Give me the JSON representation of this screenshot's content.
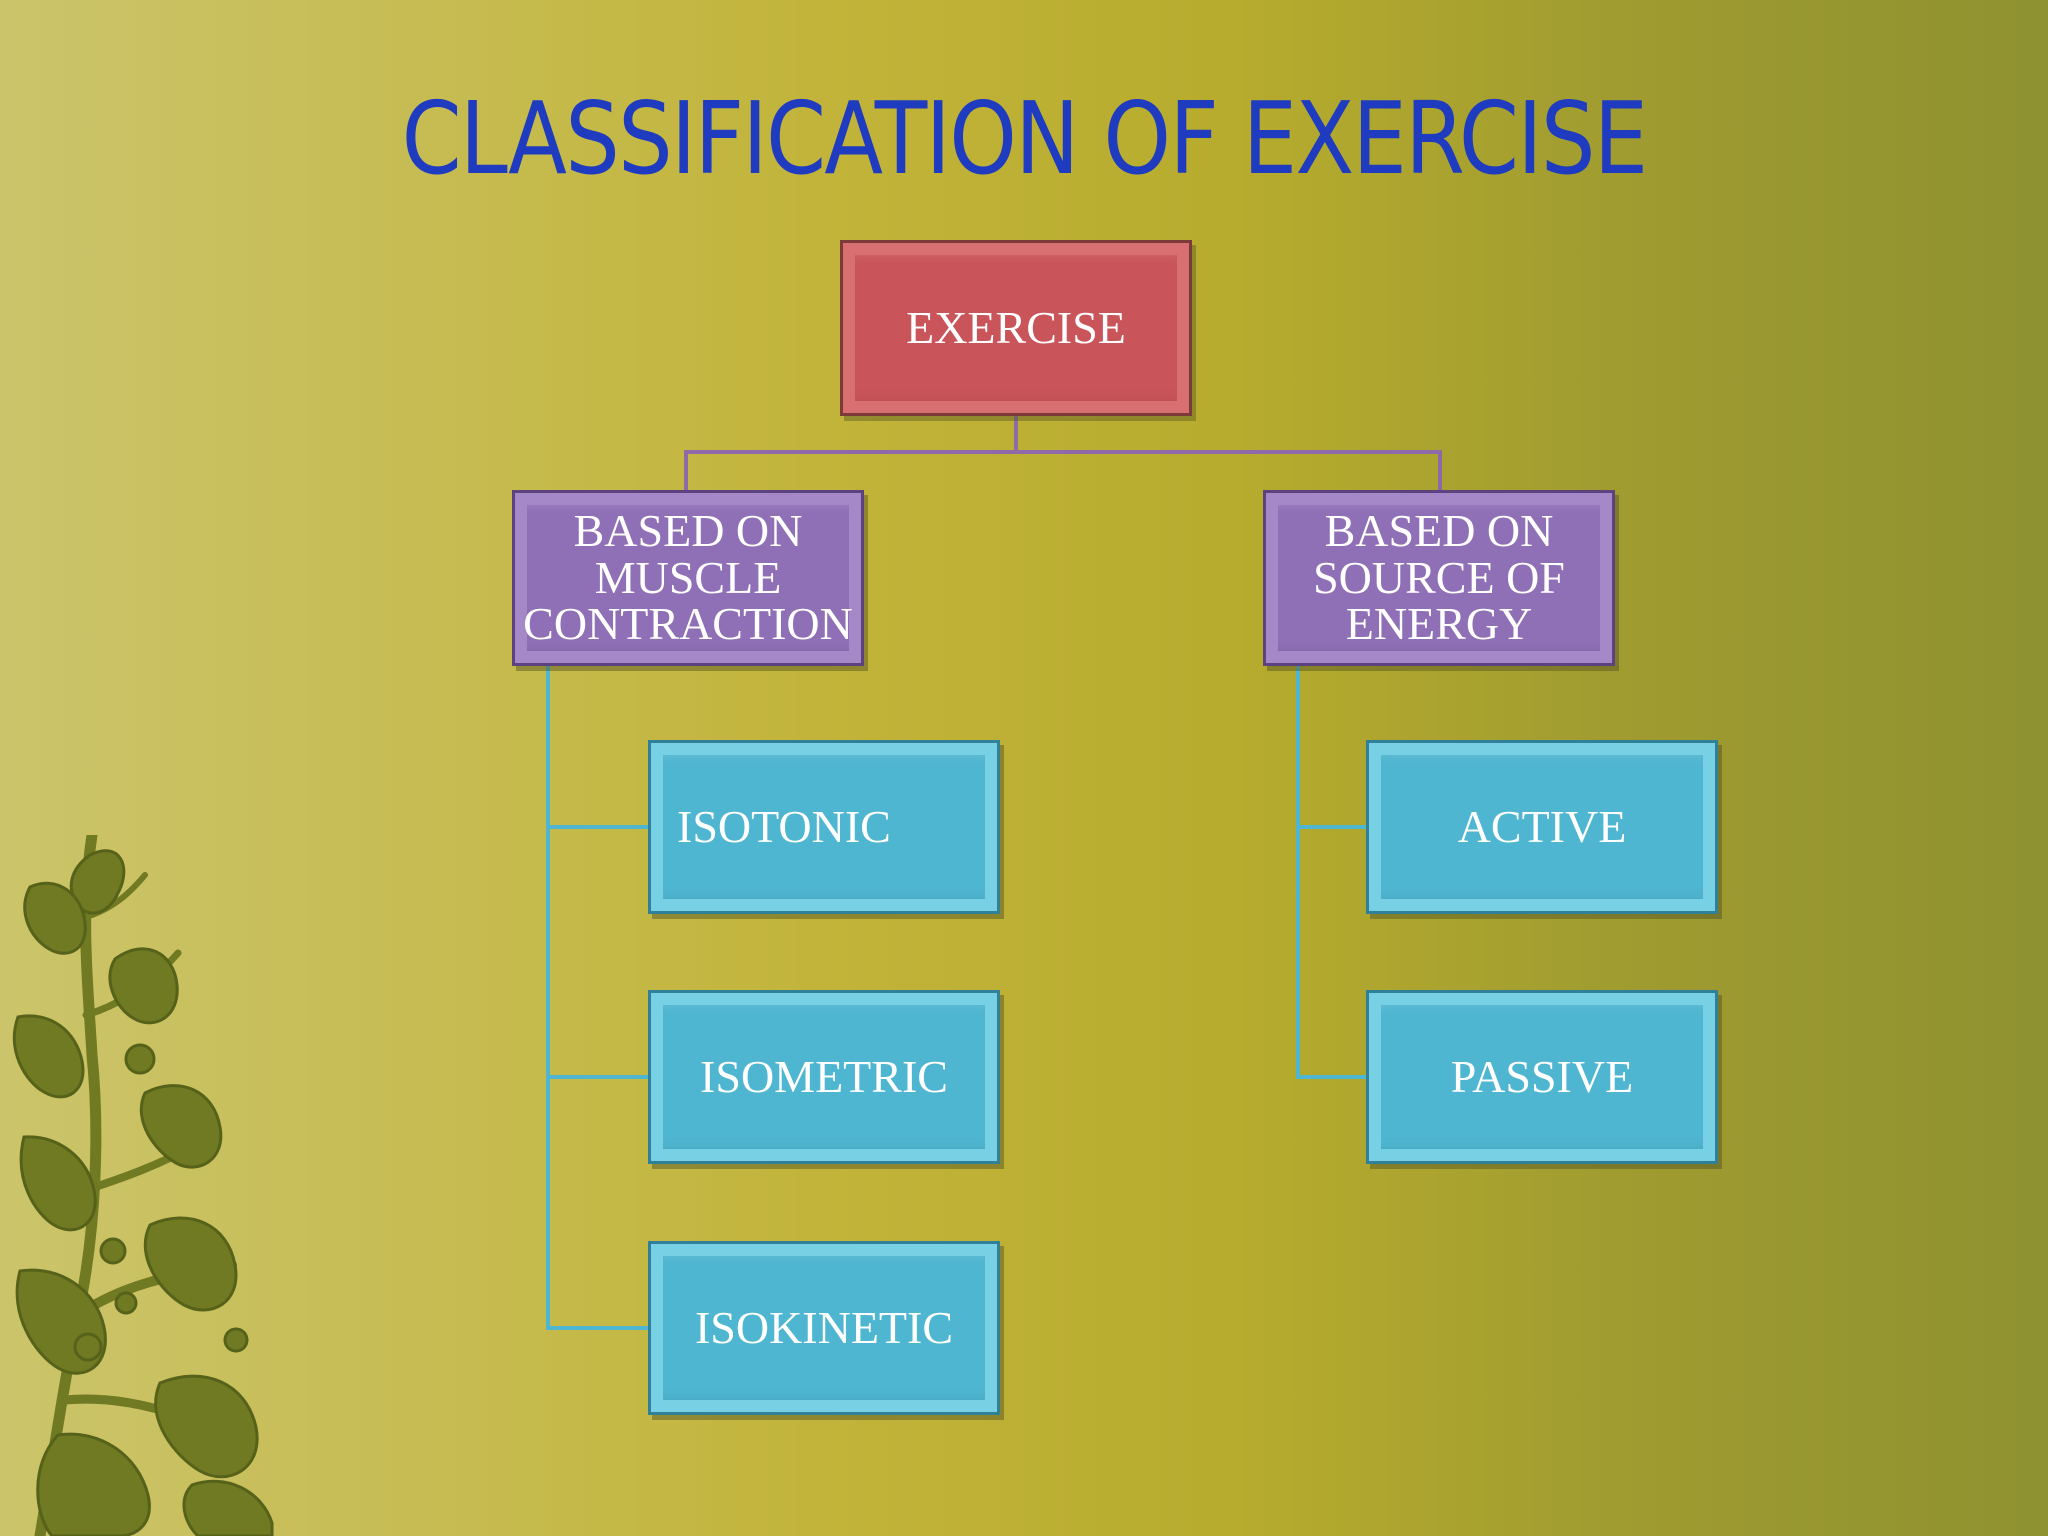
{
  "slide": {
    "title": "CLASSIFICATION OF EXERCISE"
  },
  "diagram": {
    "root": "EXERCISE",
    "groups": [
      {
        "label": "BASED ON\nMUSCLE\nCONTRACTION",
        "items": [
          "ISOTONIC",
          "ISOMETRIC",
          "ISOKINETIC"
        ]
      },
      {
        "label": "BASED ON\nSOURCE OF\nENERGY",
        "items": [
          "ACTIVE",
          "PASSIVE"
        ]
      }
    ]
  },
  "colors": {
    "title": "#1f3bbf",
    "root_box": "#c9555a",
    "group_box": "#8f70b6",
    "leaf_box": "#4fb6d1",
    "root_connector": "#8f6aa8",
    "leaf_connector": "#4fb6d1",
    "decor_leaf": "#6f7a22"
  },
  "decor": {
    "icon": "vine-leaf-icon"
  }
}
